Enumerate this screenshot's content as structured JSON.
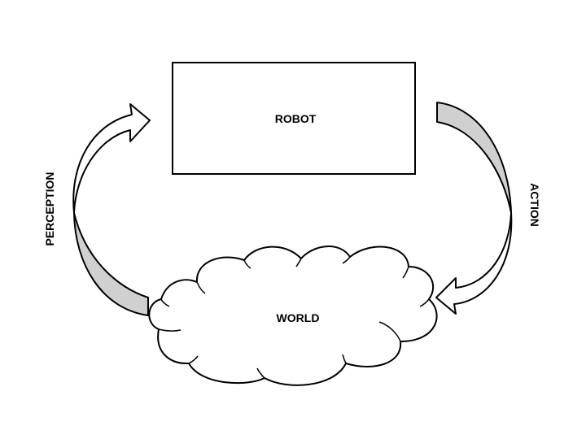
{
  "diagram": {
    "nodes": {
      "robot": "ROBOT",
      "world": "WORLD"
    },
    "edges": {
      "perception": "PERCEPTION",
      "action": "ACTION"
    },
    "colors": {
      "stroke": "#000000",
      "box_fill": "#ffffff",
      "arrow_shadow": "#d0d0d0"
    }
  }
}
